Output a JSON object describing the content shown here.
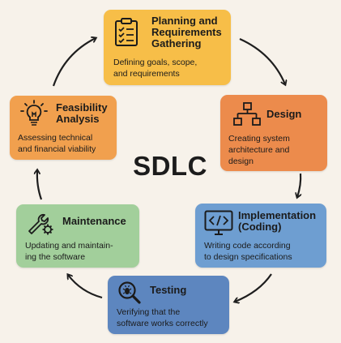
{
  "center_title": "SDLC",
  "phases": {
    "planning": {
      "title": "Planning and\nRequirements\nGathering",
      "description": "Defining goals, scope,\nand requirements",
      "color": "#f7be48",
      "icon": "clipboard-checklist-icon"
    },
    "design": {
      "title": "Design",
      "description": "Creating system\narchitecture and\ndesign",
      "color": "#ec8b4c",
      "icon": "flowchart-icon"
    },
    "implementation": {
      "title": "Implementation\n(Coding)",
      "description": "Writing code according\nto design specifications",
      "color": "#6e9ed1",
      "icon": "code-monitor-icon"
    },
    "testing": {
      "title": "Testing",
      "description": "Verifying that the\nsoftware works correctly",
      "color": "#5d86bf",
      "icon": "bug-magnifier-icon"
    },
    "maintenance": {
      "title": "Maintenance",
      "description": "Updating and maintain-\ning the software",
      "color": "#a2cf9b",
      "icon": "wrench-gear-icon"
    },
    "feasibility": {
      "title": "Feasibility\nAnalysis",
      "description": "Assessing technical\nand financial viability",
      "color": "#f1a04e",
      "icon": "lightbulb-icon"
    }
  },
  "arrow_color": "#1e1e1e"
}
